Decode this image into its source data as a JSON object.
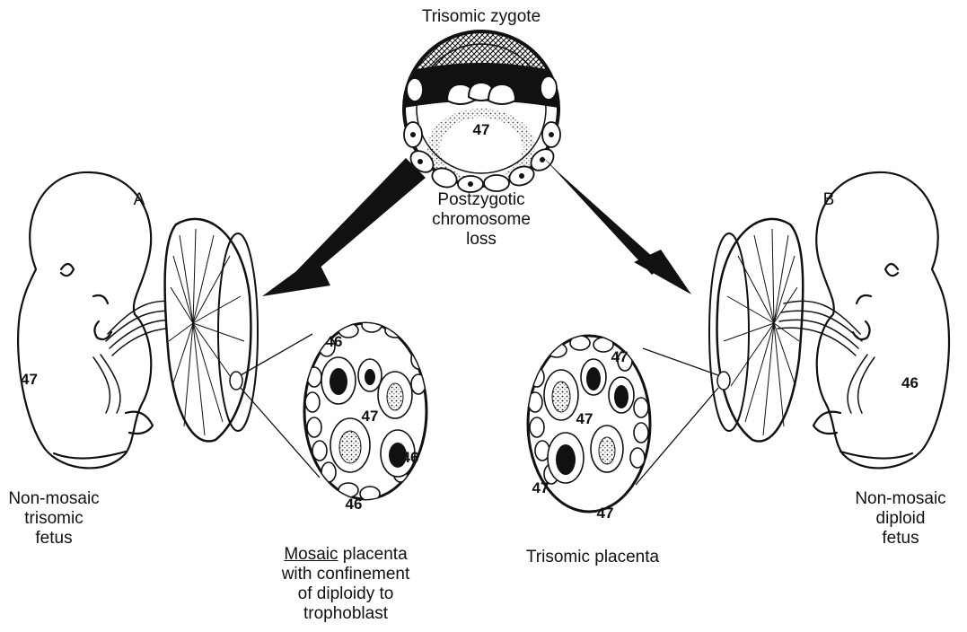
{
  "title": "Trisomic zygote",
  "zygote_count": "47",
  "center_label": [
    "Postzygotic",
    "chromosome",
    "loss"
  ],
  "panel_a": {
    "letter": "A",
    "fetus_count": "47",
    "fetus_label": [
      "Non-mosaic",
      "trisomic",
      "fetus"
    ],
    "placenta_label_underlined": "Mosaic",
    "placenta_label_rest": " placenta",
    "placenta_label_lines": [
      "with confinement",
      "of diploidy to",
      "trophoblast"
    ],
    "inset_counts": {
      "top": "46",
      "center": "47",
      "right": "46",
      "bottom": "46"
    }
  },
  "panel_b": {
    "letter": "B",
    "fetus_count": "46",
    "fetus_label": [
      "Non-mosaic",
      "diploid",
      "fetus"
    ],
    "placenta_label": "Trisomic placenta",
    "inset_counts": {
      "top": "47",
      "center": "47",
      "left": "47",
      "bottom": "47"
    }
  }
}
